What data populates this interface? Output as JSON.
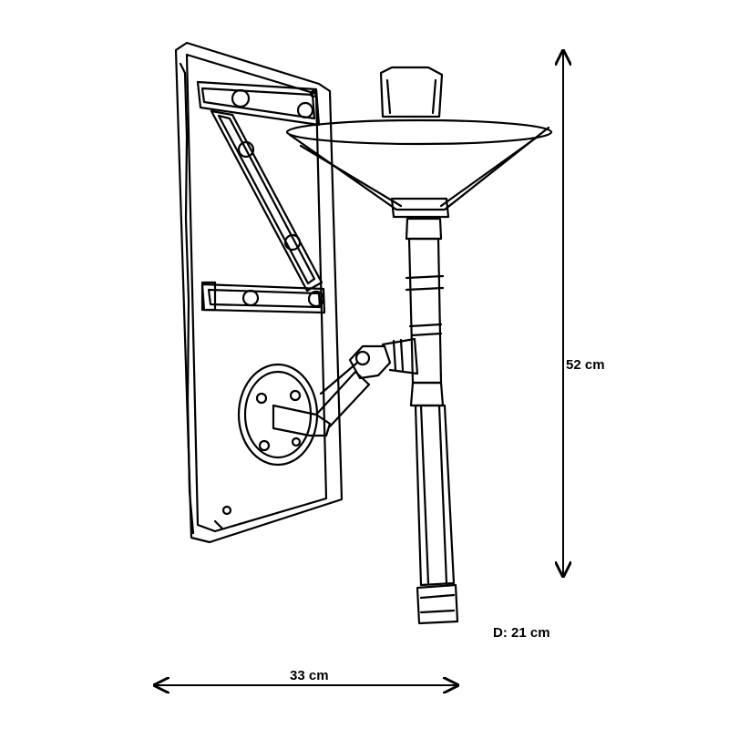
{
  "dimensions": {
    "height_label": "52 cm",
    "depth_label": "D: 21 cm",
    "width_label": "33 cm"
  },
  "drawing": {
    "subject": "wall-sconce-lamp",
    "line_color": "#000000",
    "background": "#ffffff"
  }
}
